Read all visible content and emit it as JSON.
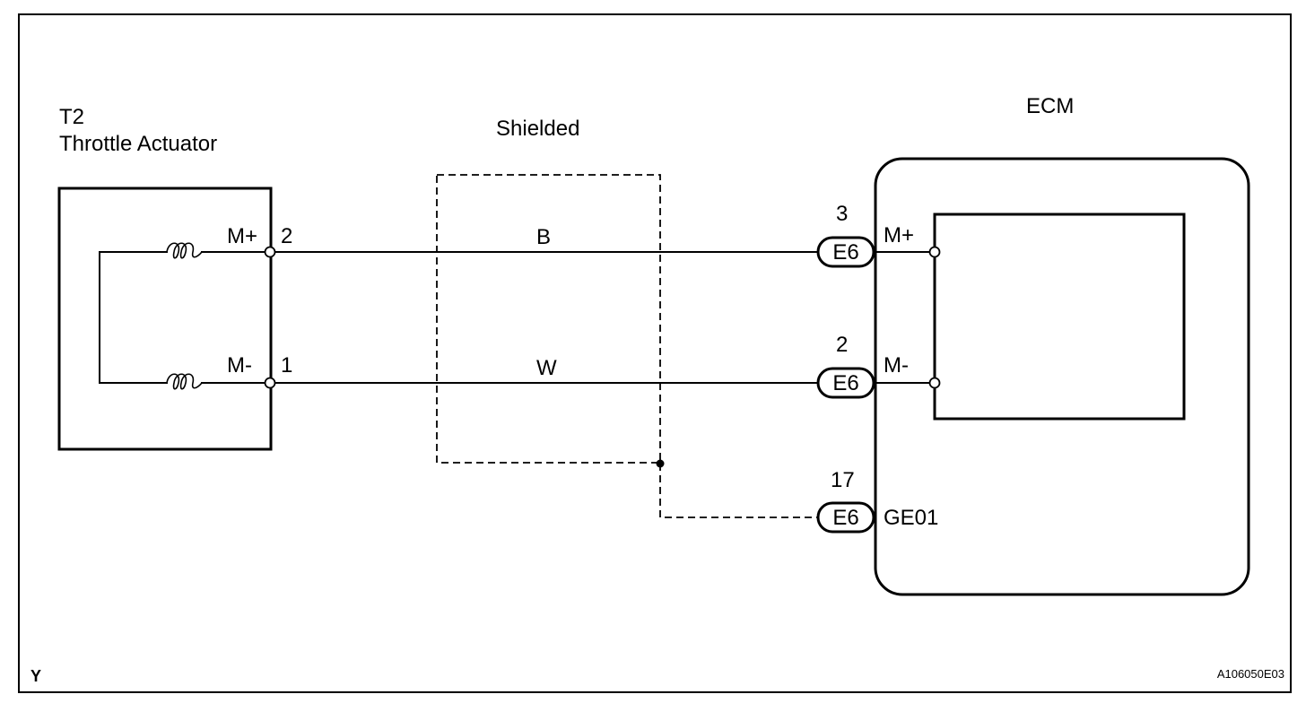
{
  "actuator": {
    "code": "T2",
    "name": "Throttle Actuator",
    "pin_mplus_label": "M+",
    "pin_mplus_num": "2",
    "pin_mminus_label": "M-",
    "pin_mminus_num": "1"
  },
  "shield": {
    "label": "Shielded"
  },
  "wires": {
    "top_color": "B",
    "bottom_color": "W"
  },
  "ecm": {
    "title": "ECM",
    "pins": [
      {
        "num": "3",
        "connector": "E6",
        "label": "M+"
      },
      {
        "num": "2",
        "connector": "E6",
        "label": "M-"
      },
      {
        "num": "17",
        "connector": "E6",
        "label": "GE01"
      }
    ]
  },
  "footer": {
    "corner_mark": "Y",
    "figure_id": "A106050E03"
  }
}
